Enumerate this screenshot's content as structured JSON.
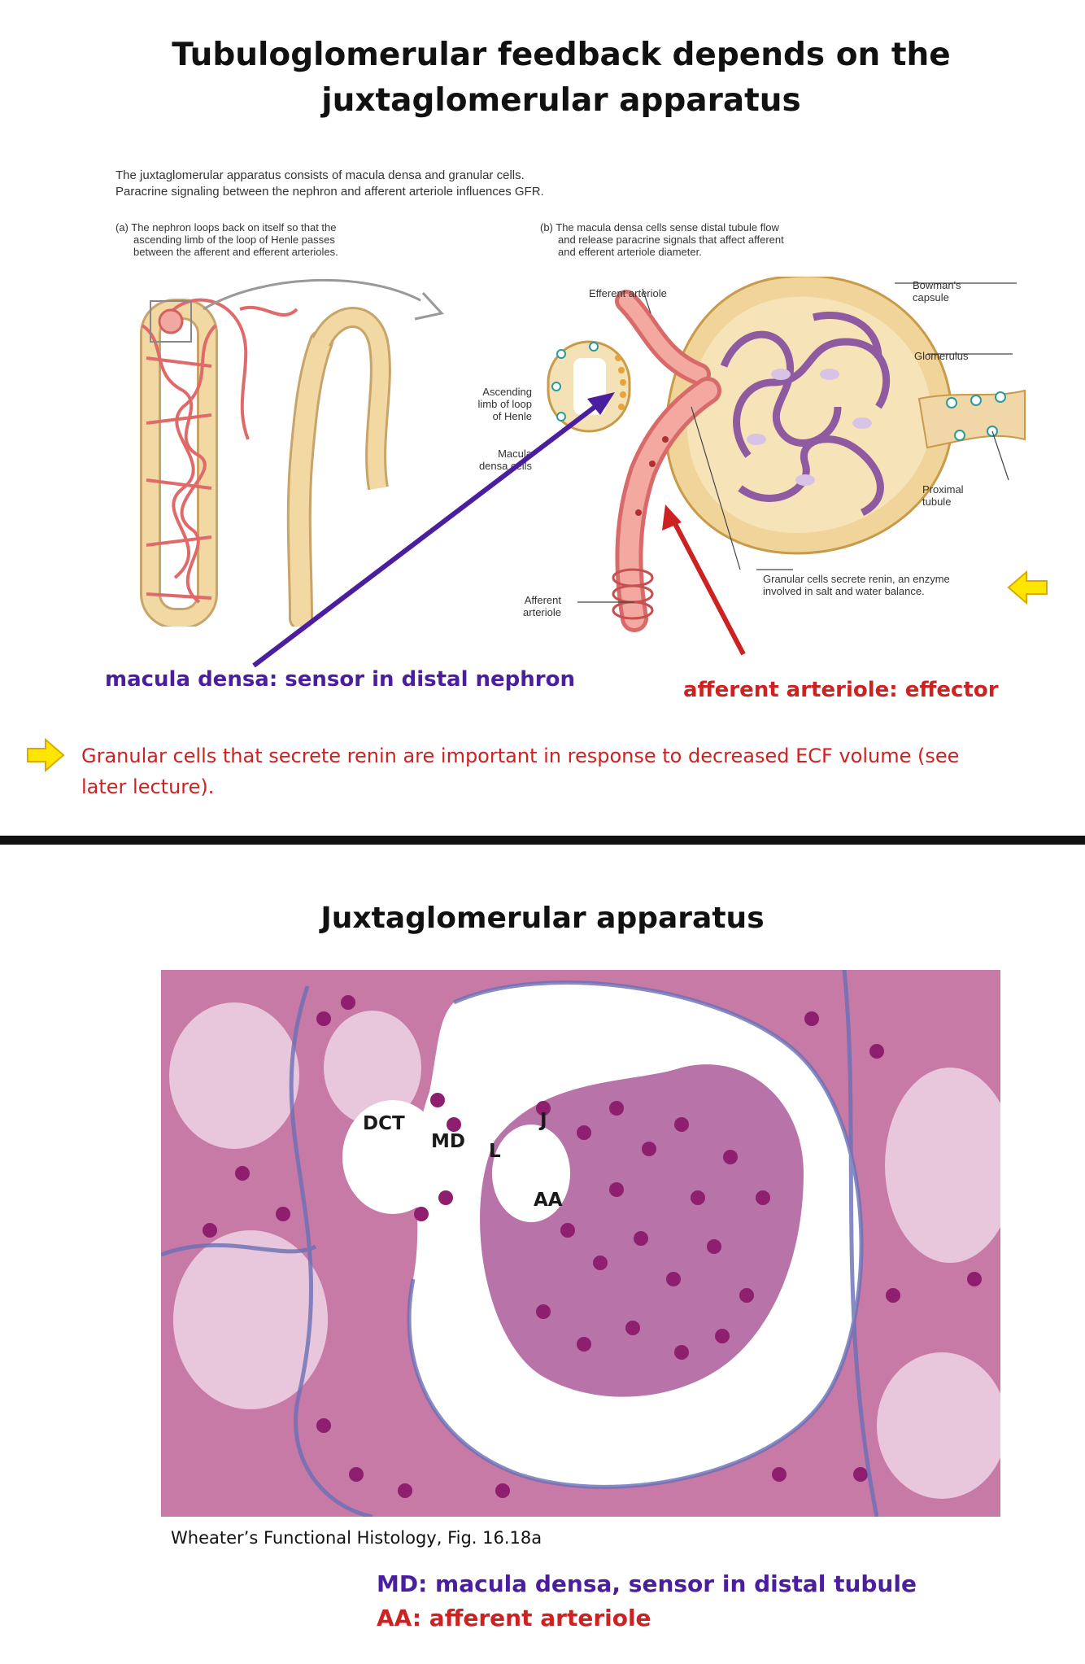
{
  "slide1": {
    "title_line1": "Tubuloglomerular feedback depends on the",
    "title_line2": "juxtaglomerular apparatus",
    "caption_line1": "The juxtaglomerular apparatus consists of macula densa and granular cells.",
    "caption_line2": "Paracrine signaling between the nephron and afferent arteriole influences GFR.",
    "panel_a": {
      "line1": "(a) The nephron loops back on itself so that the",
      "line2": "ascending limb of the loop of Henle passes",
      "line3": "between the afferent and efferent arterioles."
    },
    "panel_b": {
      "line1": "(b) The macula densa cells sense distal tubule flow",
      "line2": "and release paracrine signals that affect afferent",
      "line3": "and efferent arteriole diameter."
    },
    "labels": {
      "efferent_arteriole": "Efferent arteriole",
      "bowmans_1": "Bowman's",
      "bowmans_2": "capsule",
      "glomerulus": "Glomerulus",
      "ascending_1": "Ascending",
      "ascending_2": "limb of loop",
      "ascending_3": "of Henle",
      "macula_1": "Macula",
      "macula_2": "densa cells",
      "proximal_1": "Proximal",
      "proximal_2": "tubule",
      "granular_1": "Granular cells secrete renin, an enzyme",
      "granular_2": "involved in salt and water balance.",
      "afferent_1": "Afferent",
      "afferent_2": "arteriole"
    },
    "macula_note": "macula densa:  sensor in distal nephron",
    "afferent_note": "afferent arteriole:  effector",
    "granular_note": "Granular cells that secrete renin are important in response to decreased ECF volume (see later lecture)."
  },
  "slide2": {
    "title": "Juxtaglomerular apparatus",
    "micro_labels": {
      "dct": "DCT",
      "md": "MD",
      "l": "L",
      "j": "J",
      "aa": "AA"
    },
    "credit": "Wheater’s Functional Histology, Fig. 16.18a",
    "def_md": "MD:  macula densa, sensor in distal tubule",
    "def_aa": "AA:  afferent arteriole"
  },
  "colors": {
    "purple": "#4a1e9e",
    "red": "#cc2222",
    "yellow_arrow": "#ffe600",
    "tissue_pink": "#c77aa6",
    "nuclei": "#8e1f6e"
  }
}
